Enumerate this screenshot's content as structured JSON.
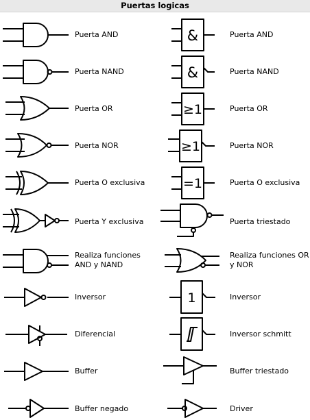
{
  "title": "Puertas logicas",
  "left_column": [
    {
      "label": "Puerta AND",
      "icon": "and-gate-icon"
    },
    {
      "label": "Puerta NAND",
      "icon": "nand-gate-icon"
    },
    {
      "label": "Puerta OR",
      "icon": "or-gate-icon"
    },
    {
      "label": "Puerta NOR",
      "icon": "nor-gate-icon"
    },
    {
      "label": "Puerta O exclusiva",
      "icon": "xor-gate-icon"
    },
    {
      "label": "Puerta Y exclusiva",
      "icon": "xnor-gate-icon"
    },
    {
      "label": "Realiza funciones\nAND y NAND",
      "icon": "and-nand-gate-icon"
    },
    {
      "label": "Inversor",
      "icon": "inverter-icon"
    },
    {
      "label": "Diferencial",
      "icon": "differential-icon"
    },
    {
      "label": "Buffer",
      "icon": "buffer-icon"
    },
    {
      "label": "Buffer negado",
      "icon": "negated-buffer-icon"
    }
  ],
  "right_column": [
    {
      "label": "Puerta AND",
      "icon": "iec-and-gate-icon",
      "symbol": "&"
    },
    {
      "label": "Puerta NAND",
      "icon": "iec-nand-gate-icon",
      "symbol": "&"
    },
    {
      "label": "Puerta OR",
      "icon": "iec-or-gate-icon",
      "symbol": "≥1"
    },
    {
      "label": "Puerta NOR",
      "icon": "iec-nor-gate-icon",
      "symbol": "≥1"
    },
    {
      "label": "Puerta O exclusiva",
      "icon": "iec-xor-gate-icon",
      "symbol": "=1"
    },
    {
      "label": "Puerta triestado",
      "icon": "tristate-gate-icon"
    },
    {
      "label": "Realiza funciones OR\ny NOR",
      "icon": "or-nor-gate-icon"
    },
    {
      "label": "Inversor",
      "icon": "iec-inverter-icon",
      "symbol": "1"
    },
    {
      "label": "Inversor schmitt",
      "icon": "schmitt-inverter-icon"
    },
    {
      "label": "Buffer triestado",
      "icon": "tristate-buffer-icon"
    },
    {
      "label": "Driver",
      "icon": "driver-icon"
    }
  ]
}
